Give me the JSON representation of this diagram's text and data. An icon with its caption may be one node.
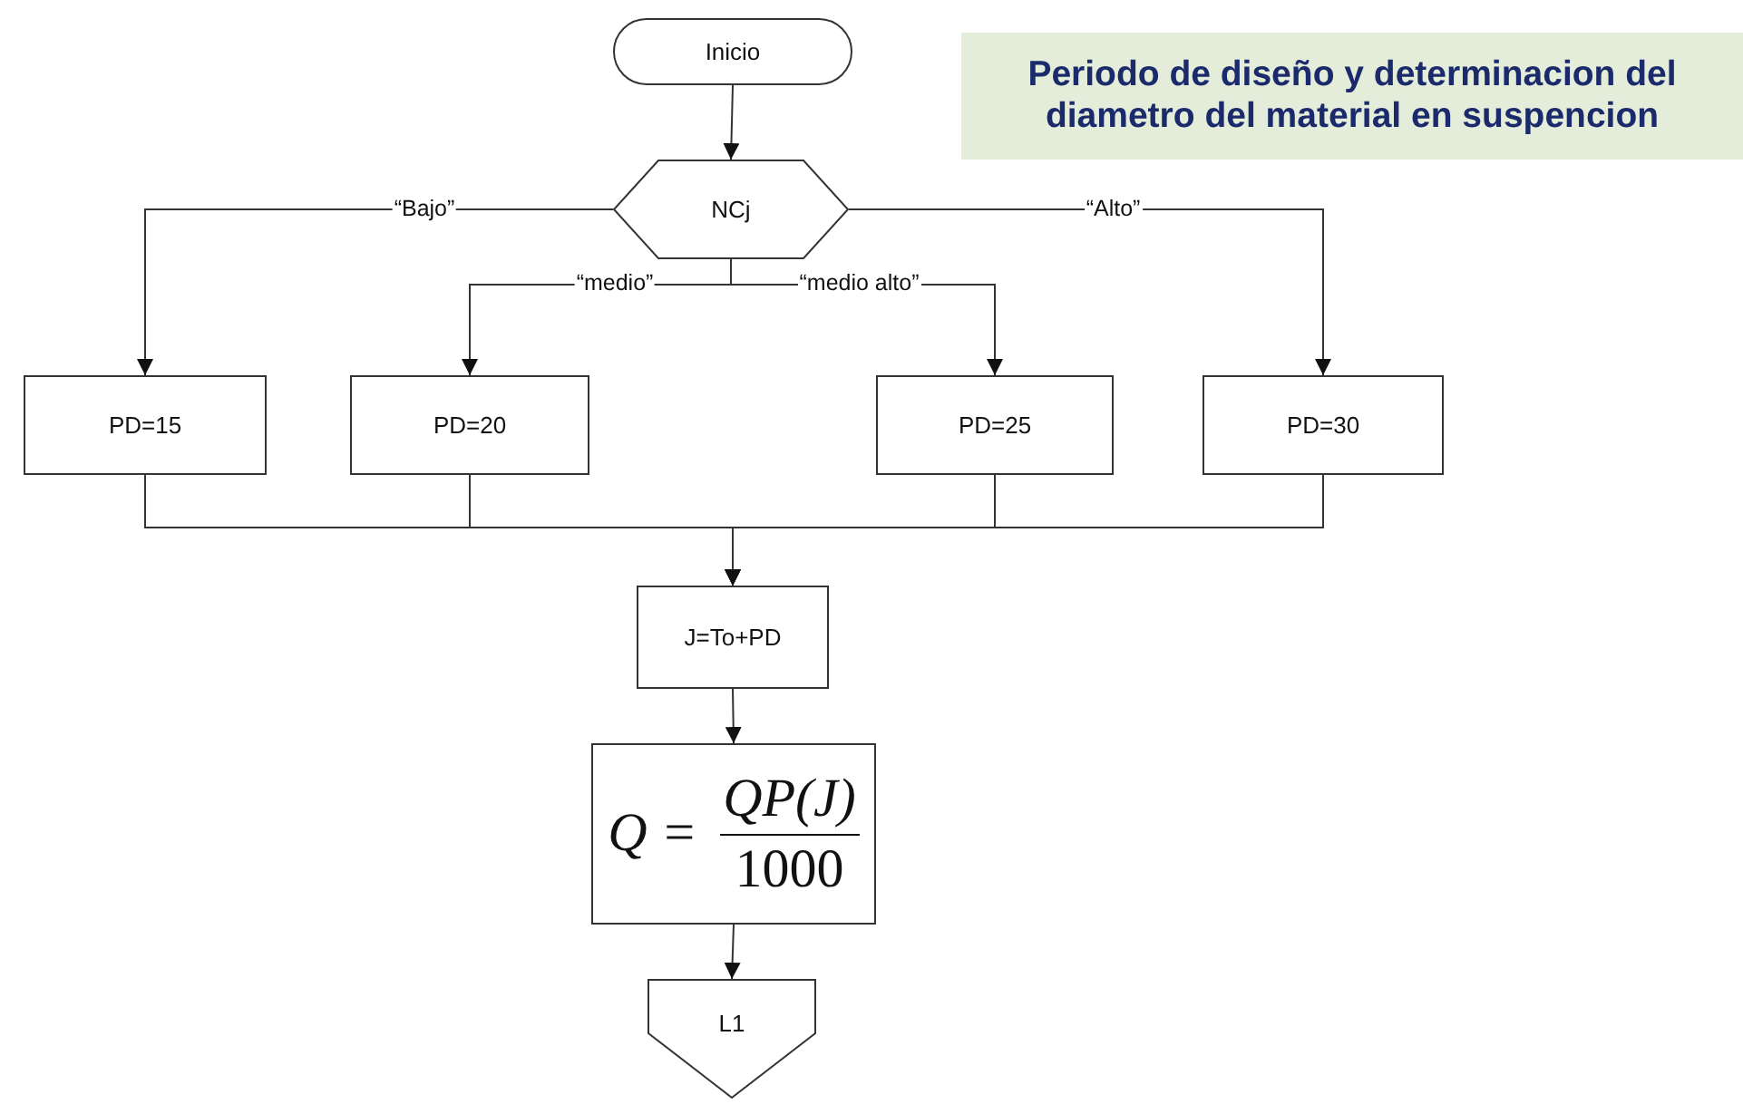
{
  "diagram": {
    "title": "Periodo de diseño y determinacion del diametro del material en suspencion",
    "nodes": [
      {
        "text": [
          "Inicio"
        ]
      },
      {
        "text": [
          "NCj"
        ]
      },
      {
        "text": [
          "PD=15"
        ]
      },
      {
        "text": [
          "PD=20"
        ]
      },
      {
        "text": [
          "PD=25"
        ]
      },
      {
        "text": [
          "PD=30"
        ]
      },
      {
        "text": [
          "J=To+PD"
        ]
      },
      {
        "text": [
          "Q =",
          "QP(J)",
          "1000"
        ]
      },
      {
        "text": [
          "L1"
        ]
      }
    ],
    "edges": [
      {
        "from": 0,
        "to": 1,
        "arrow": "to"
      },
      {
        "from": 1,
        "to": 2,
        "arrow": "to",
        "label": "“Bajo”"
      },
      {
        "from": 1,
        "to": 3,
        "arrow": "to",
        "label": "“medio”"
      },
      {
        "from": 1,
        "to": 4,
        "arrow": "to",
        "label": "“medio alto”"
      },
      {
        "from": 1,
        "to": 5,
        "arrow": "to",
        "label": "“Alto”"
      },
      {
        "from": 2,
        "to": 6,
        "arrow": "to"
      },
      {
        "from": 3,
        "to": 6,
        "arrow": "to"
      },
      {
        "from": 4,
        "to": 6,
        "arrow": "to"
      },
      {
        "from": 5,
        "to": 6,
        "arrow": "to"
      },
      {
        "from": 6,
        "to": 7,
        "arrow": "to"
      },
      {
        "from": 7,
        "to": 8,
        "arrow": "to"
      }
    ]
  }
}
